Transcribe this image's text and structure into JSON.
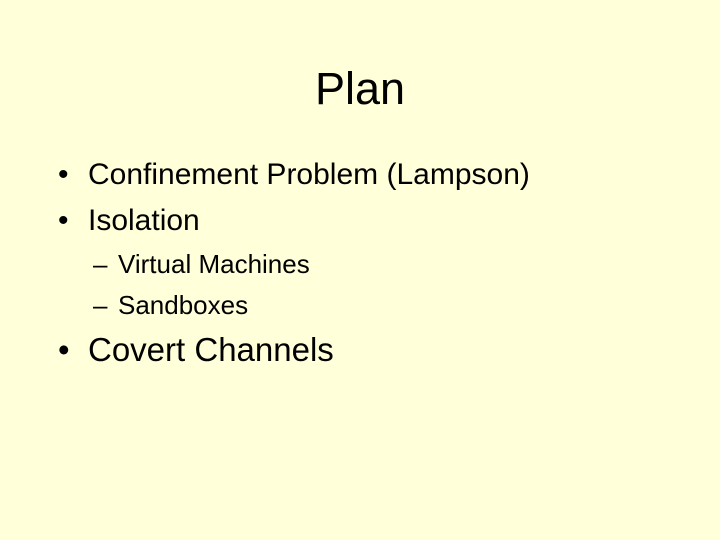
{
  "slide": {
    "title": "Plan",
    "background_color": "#FFFFD9",
    "text_color": "#000000",
    "bullet_glyphs": {
      "level1": "•",
      "level2": "–"
    },
    "bullets": [
      {
        "level": 1,
        "text": "Confinement Problem (Lampson)"
      },
      {
        "level": 1,
        "text": "Isolation"
      },
      {
        "level": 2,
        "text": "Virtual Machines"
      },
      {
        "level": 2,
        "text": "Sandboxes"
      },
      {
        "level": 1,
        "text": "Covert Channels"
      }
    ]
  }
}
